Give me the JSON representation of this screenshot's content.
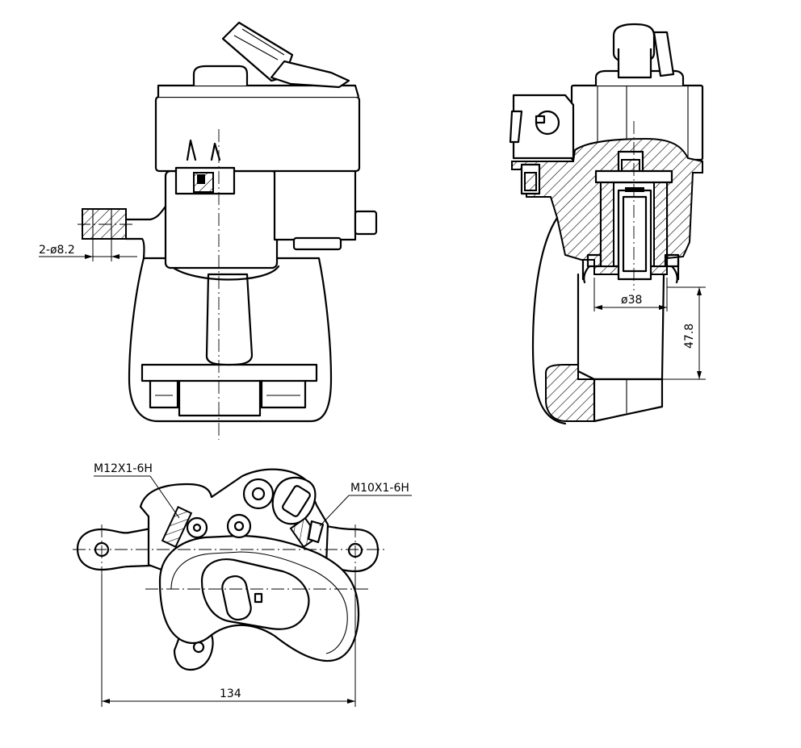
{
  "labels": {
    "bore": "2-ø8.2",
    "piston": "ø38",
    "height": "47.8",
    "width": "134",
    "thread_left": "M12X1-6H",
    "thread_right": "M10X1-6H"
  },
  "dimensions": {
    "bore_count": 2,
    "bore_diameter": 8.2,
    "piston_diameter": 38,
    "height": 47.8,
    "width": 134
  }
}
